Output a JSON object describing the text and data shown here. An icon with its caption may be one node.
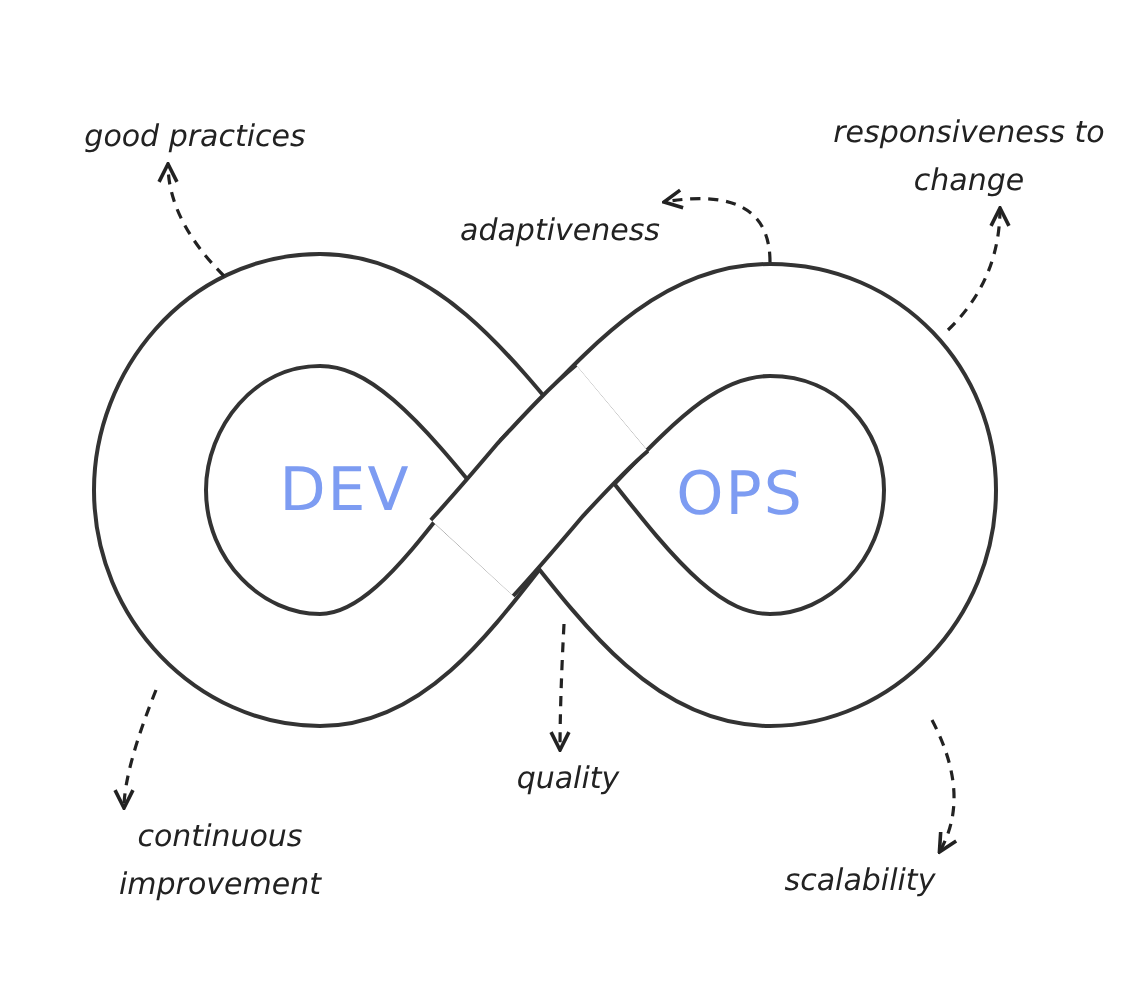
{
  "diagram": {
    "nodes": [
      {
        "text": [
          "DEV"
        ]
      },
      {
        "text": [
          "OPS"
        ]
      },
      {
        "text": [
          "good practices"
        ]
      },
      {
        "text": [
          "adaptiveness"
        ]
      },
      {
        "text": [
          "responsiveness to change"
        ]
      },
      {
        "text": [
          "continuous improvement"
        ]
      },
      {
        "text": [
          "quality"
        ]
      },
      {
        "text": [
          "scalability"
        ]
      }
    ],
    "edges": [
      {
        "from": 0,
        "to": 2,
        "arrow": "to",
        "style": "dashed"
      },
      {
        "from": 1,
        "to": 3,
        "arrow": "to",
        "style": "dashed"
      },
      {
        "from": 1,
        "to": 4,
        "arrow": "to",
        "style": "dashed"
      },
      {
        "from": 0,
        "to": 5,
        "arrow": "to",
        "style": "dashed"
      },
      {
        "from": 1,
        "to": 6,
        "arrow": "to",
        "style": "dashed"
      },
      {
        "from": 1,
        "to": 7,
        "arrow": "to",
        "style": "dashed"
      }
    ]
  }
}
